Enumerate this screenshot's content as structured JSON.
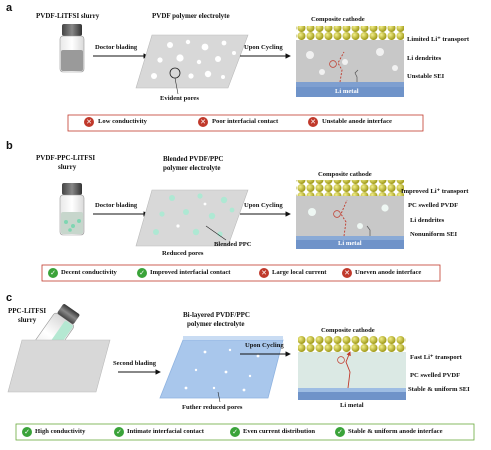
{
  "panel_a": {
    "letter": "a",
    "slurry_label": "PVDF-LiTFSI slurry",
    "electrolyte_label": "PVDF polymer electrolyte",
    "step1": "Doctor blading",
    "step2": "Upon Cycling",
    "pores_note": "Evident pores",
    "cathode_label": "Composite cathode",
    "anode_label": "Li metal",
    "annotations": [
      "Limited Li⁺ transport",
      "Li dendrites",
      "Unstable SEI"
    ],
    "summary": [
      {
        "mark": "cross",
        "text": "Low conductivity"
      },
      {
        "mark": "cross",
        "text": "Poor interfacial contact"
      },
      {
        "mark": "cross",
        "text": "Unstable anode interface"
      }
    ]
  },
  "panel_b": {
    "letter": "b",
    "slurry_label_line1": "PVDF-PPC-LiTFSI",
    "slurry_label_line2": "slurry",
    "electrolyte_label_line1": "Blended PVDF/PPC",
    "electrolyte_label_line2": "polymer electrolyte",
    "step1": "Doctor blading",
    "step2": "Upon Cycling",
    "pores_note": "Reduced pores",
    "ppc_note": "Blended PPC",
    "cathode_label": "Composite cathode",
    "anode_label": "Li metal",
    "annotations": [
      "Improved Li⁺ transport",
      "PC swelled PVDF",
      "Li dendrites",
      "Nonuniform SEI"
    ],
    "summary": [
      {
        "mark": "check",
        "text": "Decent conductivity"
      },
      {
        "mark": "check",
        "text": "Improved interfacial contact"
      },
      {
        "mark": "cross",
        "text": "Large local current"
      },
      {
        "mark": "cross",
        "text": "Uneven anode  interface"
      }
    ]
  },
  "panel_c": {
    "letter": "c",
    "slurry_label_line1": "PPC-LiTFSI",
    "slurry_label_line2": "slurry",
    "electrolyte_label_line1": "Bi-layered PVDF/PPC",
    "electrolyte_label_line2": "polymer electrolyte",
    "step1": "Second blading",
    "step2": "Upon Cycling",
    "pores_note": "Futher reduced pores",
    "cathode_label": "Composite cathode",
    "anode_label": "Li metal",
    "annotations": [
      "Fast Li⁺ transport",
      "PC swelled PVDF",
      "Stable & uniform SEI"
    ],
    "summary": [
      {
        "mark": "check",
        "text": "High conductivity"
      },
      {
        "mark": "check",
        "text": "Intimate interfacial contact"
      },
      {
        "mark": "check",
        "text": "Even current distribution"
      },
      {
        "mark": "check",
        "text": "Stable & uniform anode interface"
      }
    ]
  },
  "colors": {
    "cross": "#c0392b",
    "check": "#3aa339",
    "summary_border": "#c0392b",
    "li_metal": "#6f93c9",
    "cathode_sphere": "#c8c217",
    "film": "#d6d6d6",
    "coating": "#a9c7ec"
  }
}
